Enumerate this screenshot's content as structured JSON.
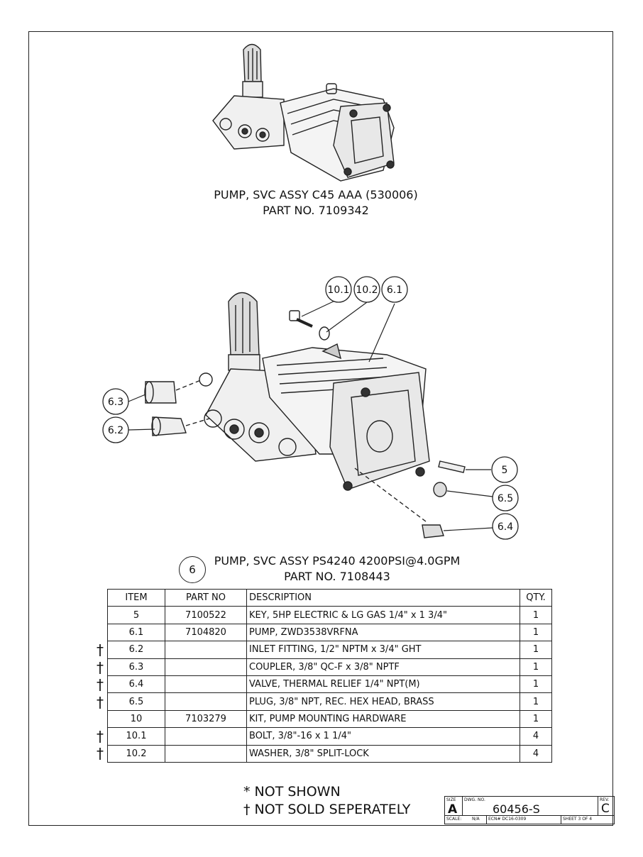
{
  "pump1": {
    "title": "PUMP, SVC ASSY C45 AAA (530006)",
    "part": "PART NO. 7109342"
  },
  "pump2": {
    "title": "PUMP, SVC ASSY PS4240 4200PSI@4.0GPM",
    "part": "PART NO. 7108443",
    "item": "6"
  },
  "callouts": {
    "c101": "10.1",
    "c102": "10.2",
    "c61": "6.1",
    "c63": "6.3",
    "c62": "6.2",
    "c5": "5",
    "c65": "6.5",
    "c64": "6.4"
  },
  "table": {
    "headers": {
      "item": "ITEM",
      "part": "PART NO",
      "desc": "DESCRIPTION",
      "qty": "QTY."
    },
    "rows": [
      {
        "item": "5",
        "part": "7100522",
        "desc": "KEY, 5HP ELECTRIC & LG GAS 1/4\" x 1 3/4\"",
        "qty": "1"
      },
      {
        "item": "6.1",
        "part": "7104820",
        "desc": "PUMP, ZWD3538VRFNA",
        "qty": "1"
      },
      {
        "item": "6.2",
        "part": "",
        "desc": "INLET FITTING, 1/2\" NPTM x 3/4\" GHT",
        "qty": "1"
      },
      {
        "item": "6.3",
        "part": "",
        "desc": "COUPLER, 3/8\" QC-F x 3/8\" NPTF",
        "qty": "1"
      },
      {
        "item": "6.4",
        "part": "",
        "desc": "VALVE, THERMAL RELIEF 1/4\" NPT(M)",
        "qty": "1"
      },
      {
        "item": "6.5",
        "part": "",
        "desc": "PLUG, 3/8\" NPT, REC. HEX HEAD, BRASS",
        "qty": "1"
      },
      {
        "item": "10",
        "part": "7103279",
        "desc": "KIT, PUMP MOUNTING HARDWARE",
        "qty": "1"
      },
      {
        "item": "10.1",
        "part": "",
        "desc": "BOLT, 3/8\"-16 x 1 1/4\"",
        "qty": "4"
      },
      {
        "item": "10.2",
        "part": "",
        "desc": "WASHER, 3/8\" SPLIT-LOCK",
        "qty": "4"
      }
    ]
  },
  "dagger": "†",
  "notes": {
    "not_shown": "* NOT SHOWN",
    "not_sold": "† NOT SOLD SEPERATELY"
  },
  "title_block": {
    "size_label": "SIZE",
    "size": "A",
    "dwg_label": "DWG. NO.",
    "dwg": "60456-S",
    "rev_label": "REV.",
    "rev": "C",
    "scale": "SCALE:",
    "scale_val": "N/A",
    "ecn": "ECN# DC16-0309",
    "sheet": "SHEET 3 OF 4"
  }
}
